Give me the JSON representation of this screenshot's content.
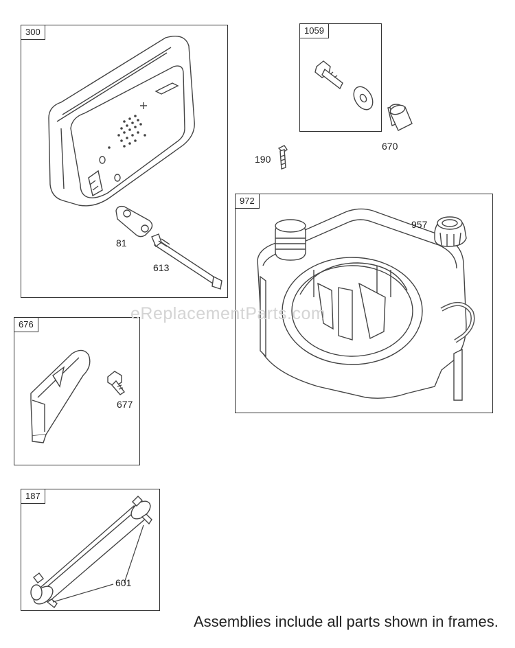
{
  "frames": {
    "f300": "300",
    "f1059": "1059",
    "f972": "972",
    "f676": "676",
    "f187": "187"
  },
  "parts": {
    "p81": "81",
    "p613": "613",
    "p670": "670",
    "p190": "190",
    "p957": "957",
    "p677": "677",
    "p601": "601"
  },
  "watermark": "eReplacementParts.com",
  "footer": "Assemblies include all parts shown in frames."
}
